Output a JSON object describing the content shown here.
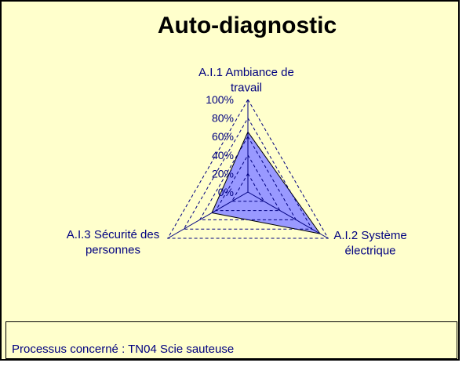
{
  "colors": {
    "background": "#ffffcc",
    "text": "#000080",
    "grid": "#000080",
    "area_fill": "#9999ff",
    "area_stroke": "#000000"
  },
  "footer": {
    "text": "Processus concerné : TN04 Scie sauteuse"
  },
  "chart_data": {
    "type": "radar",
    "title": "Auto-diagnostic",
    "axes": [
      {
        "label_lines": [
          "A.I.1  Ambiance de",
          "travail"
        ]
      },
      {
        "label_lines": [
          "A.I.2 Système",
          "électrique"
        ]
      },
      {
        "label_lines": [
          "A.I.3 Sécurité des",
          "personnes"
        ]
      }
    ],
    "tick_labels": [
      "0%",
      "20%",
      "40%",
      "60%",
      "80%",
      "100%"
    ],
    "range": [
      0,
      100
    ],
    "grid": true,
    "series": [
      {
        "values": [
          65,
          90,
          45
        ]
      }
    ]
  }
}
